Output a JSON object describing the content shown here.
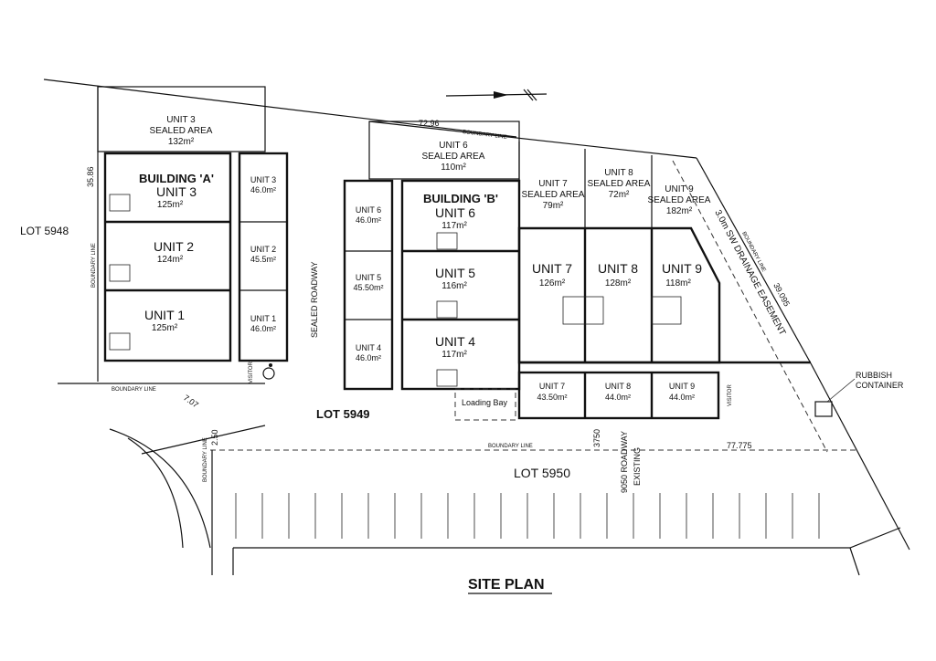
{
  "title": "SITE PLAN",
  "lots": {
    "lot_5948": "LOT 5948",
    "lot_5949": "LOT 5949",
    "lot_5950": "LOT 5950"
  },
  "boundary_dims": {
    "top": "72.96",
    "left": "35.86",
    "right": "39.095",
    "bottom": "77.775",
    "corner": "7.07",
    "small": "2.50"
  },
  "labels": {
    "boundary_line": "BOUNDARY LINE",
    "sealed_roadway": "SEALED ROADWAY",
    "drainage_easement": "3.0m SW DRAINAGE EASEMENT",
    "rubbish_line1": "RUBBISH",
    "rubbish_line2": "CONTAINER",
    "loading_bay": "Loading Bay",
    "visitor": "VISITOR",
    "roadway_width": "9050 ROADWAY",
    "existing": "EXISTING",
    "setback": "3750"
  },
  "building_a": {
    "name": "BUILDING 'A'",
    "units": [
      {
        "name": "UNIT 3",
        "area": "125m²"
      },
      {
        "name": "UNIT 2",
        "area": "124m²"
      },
      {
        "name": "UNIT 1",
        "area": "125m²"
      }
    ],
    "sealed": {
      "line1": "UNIT 3",
      "line2": "SEALED AREA",
      "area": "132m²"
    },
    "parking": [
      {
        "name": "UNIT 3",
        "area": "46.0m²"
      },
      {
        "name": "UNIT 2",
        "area": "45.5m²"
      },
      {
        "name": "UNIT 1",
        "area": "46.0m²"
      }
    ]
  },
  "building_b": {
    "name": "BUILDING 'B'",
    "units": [
      {
        "name": "UNIT 6",
        "area": "117m²"
      },
      {
        "name": "UNIT 5",
        "area": "116m²"
      },
      {
        "name": "UNIT 4",
        "area": "117m²"
      }
    ],
    "sealed": {
      "line1": "UNIT 6",
      "line2": "SEALED AREA",
      "area": "110m²"
    },
    "parking": [
      {
        "name": "UNIT 6",
        "area": "46.0m²"
      },
      {
        "name": "UNIT 5",
        "area": "45.50m²"
      },
      {
        "name": "UNIT 4",
        "area": "46.0m²"
      }
    ]
  },
  "building_c": {
    "units": [
      {
        "name": "UNIT 7",
        "area": "126m²"
      },
      {
        "name": "UNIT 8",
        "area": "128m²"
      },
      {
        "name": "UNIT 9",
        "area": "118m²"
      }
    ],
    "sealed": [
      {
        "line1": "UNIT 7",
        "line2": "SEALED AREA",
        "area": "79m²"
      },
      {
        "line1": "UNIT 8",
        "line2": "SEALED AREA",
        "area": "72m²"
      },
      {
        "line1": "UNIT 9",
        "line2": "SEALED AREA",
        "area": "182m²"
      }
    ],
    "parking": [
      {
        "name": "UNIT 7",
        "area": "43.50m²"
      },
      {
        "name": "UNIT 8",
        "area": "44.0m²"
      },
      {
        "name": "UNIT 9",
        "area": "44.0m²"
      }
    ]
  }
}
